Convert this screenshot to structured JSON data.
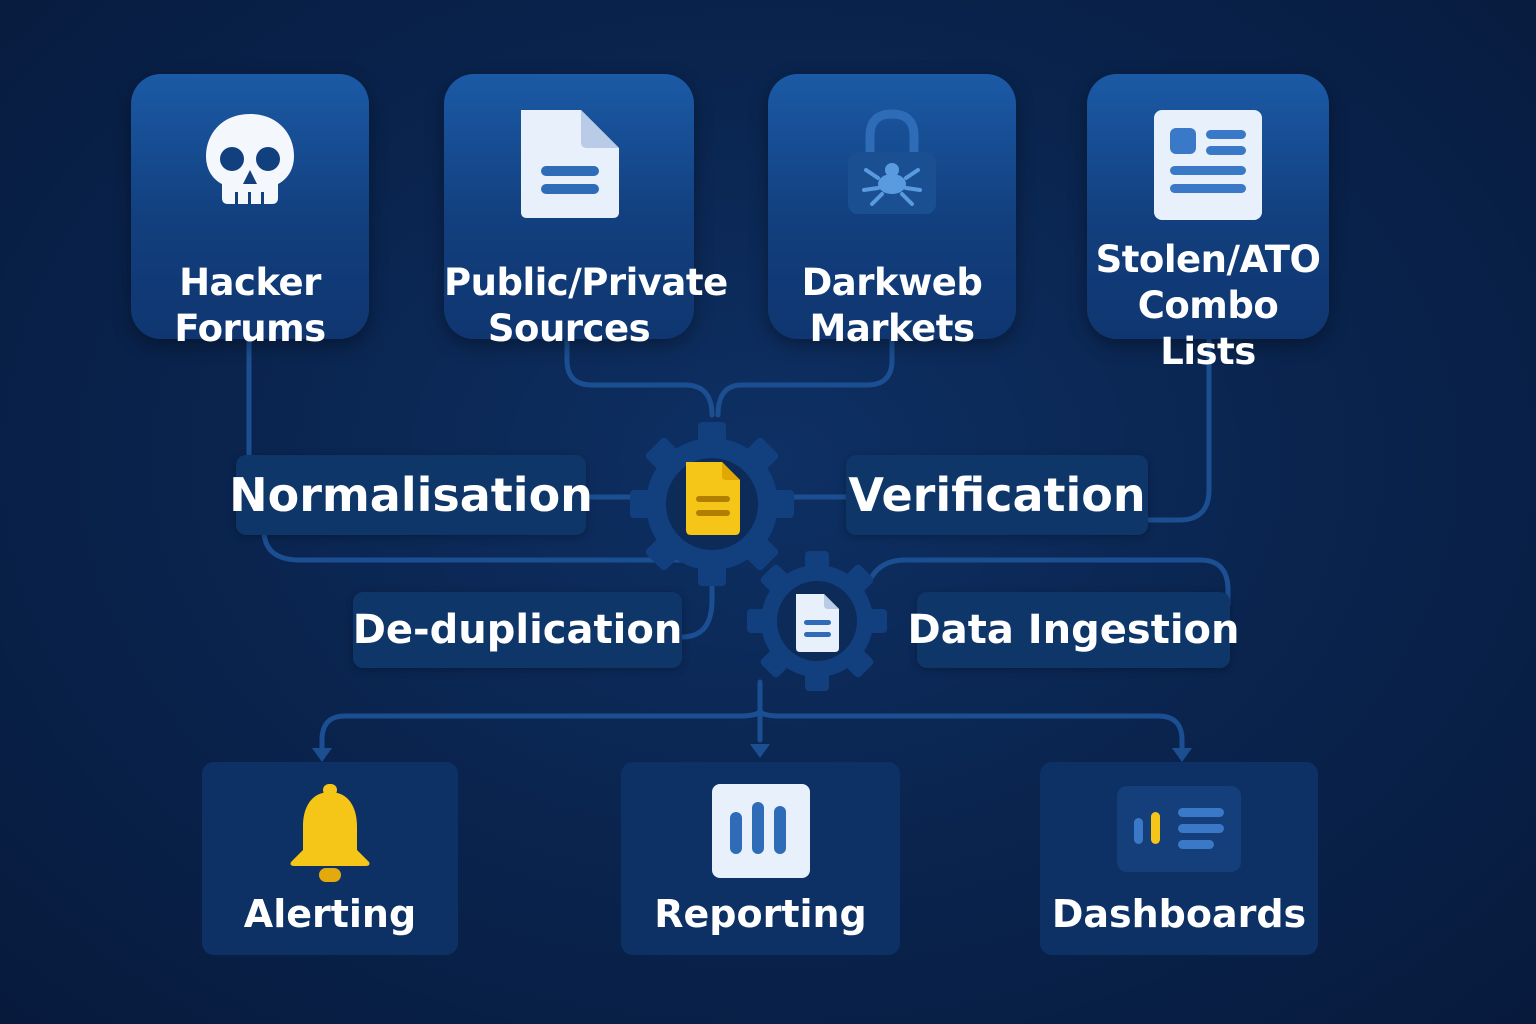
{
  "sources": [
    {
      "id": "hacker-forums",
      "label": "Hacker\nForums",
      "icon": "skull-icon"
    },
    {
      "id": "public-private-sources",
      "label": "Public/Private\nSources",
      "icon": "document-icon"
    },
    {
      "id": "darkweb-markets",
      "label": "Darkweb\nMarkets",
      "icon": "padlock-bug-icon"
    },
    {
      "id": "stolen-ato-combo-lists",
      "label": "Stolen/ATO\nCombo Lists",
      "icon": "list-card-icon"
    }
  ],
  "processes": {
    "normalisation": "Normalisation",
    "verification": "Verification",
    "deduplication": "De-duplication",
    "data_ingestion": "Data Ingestion"
  },
  "outputs": [
    {
      "id": "alerting",
      "label": "Alerting",
      "icon": "bell-icon"
    },
    {
      "id": "reporting",
      "label": "Reporting",
      "icon": "bar-chart-icon"
    },
    {
      "id": "dashboards",
      "label": "Dashboards",
      "icon": "dashboard-icon"
    }
  ],
  "colors": {
    "background": "#0a2550",
    "card": "#1b5aa6",
    "connector": "#1c4f92",
    "accent_yellow": "#f5c518",
    "icon_light": "#e8f0fb",
    "icon_blue": "#3a78c8"
  }
}
